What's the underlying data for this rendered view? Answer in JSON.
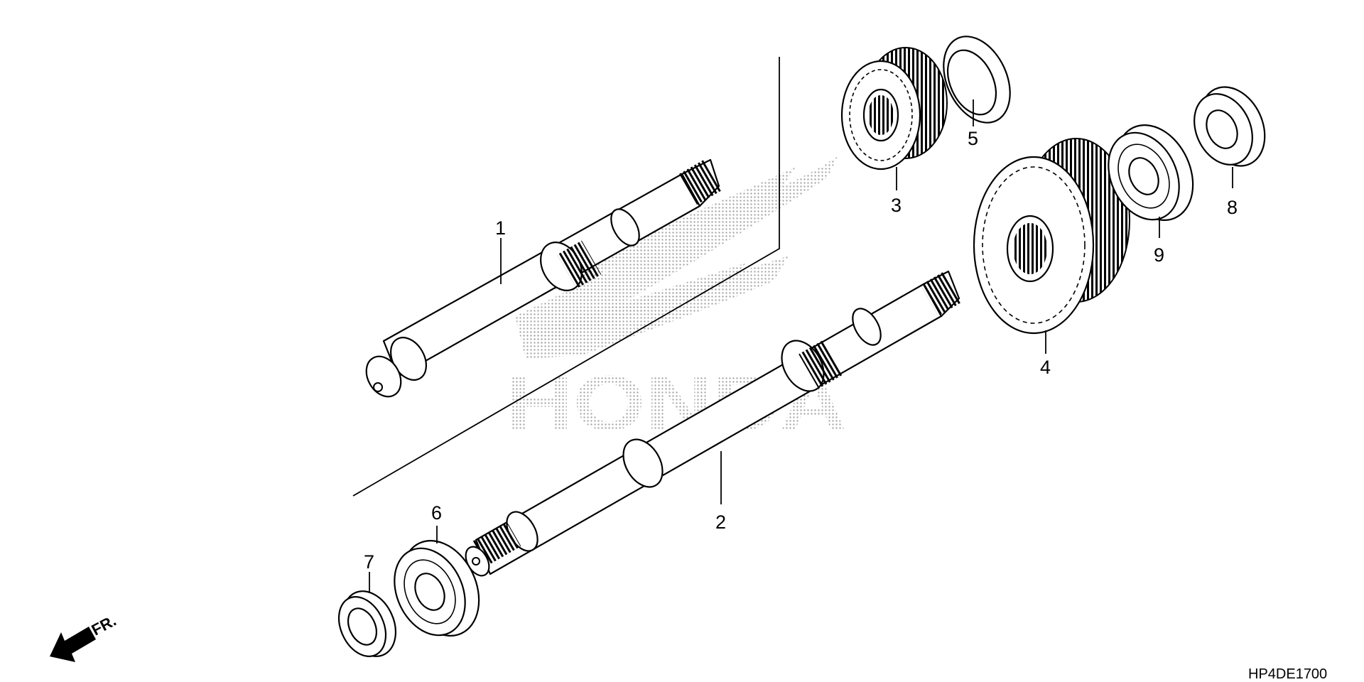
{
  "diagram_code": "HP4DE1700",
  "front_indicator": "FR.",
  "callouts": [
    "1",
    "2",
    "3",
    "4",
    "5",
    "6",
    "7",
    "8",
    "9"
  ],
  "watermark": {
    "brand": "HONDA",
    "color": "#c8c8c8"
  }
}
